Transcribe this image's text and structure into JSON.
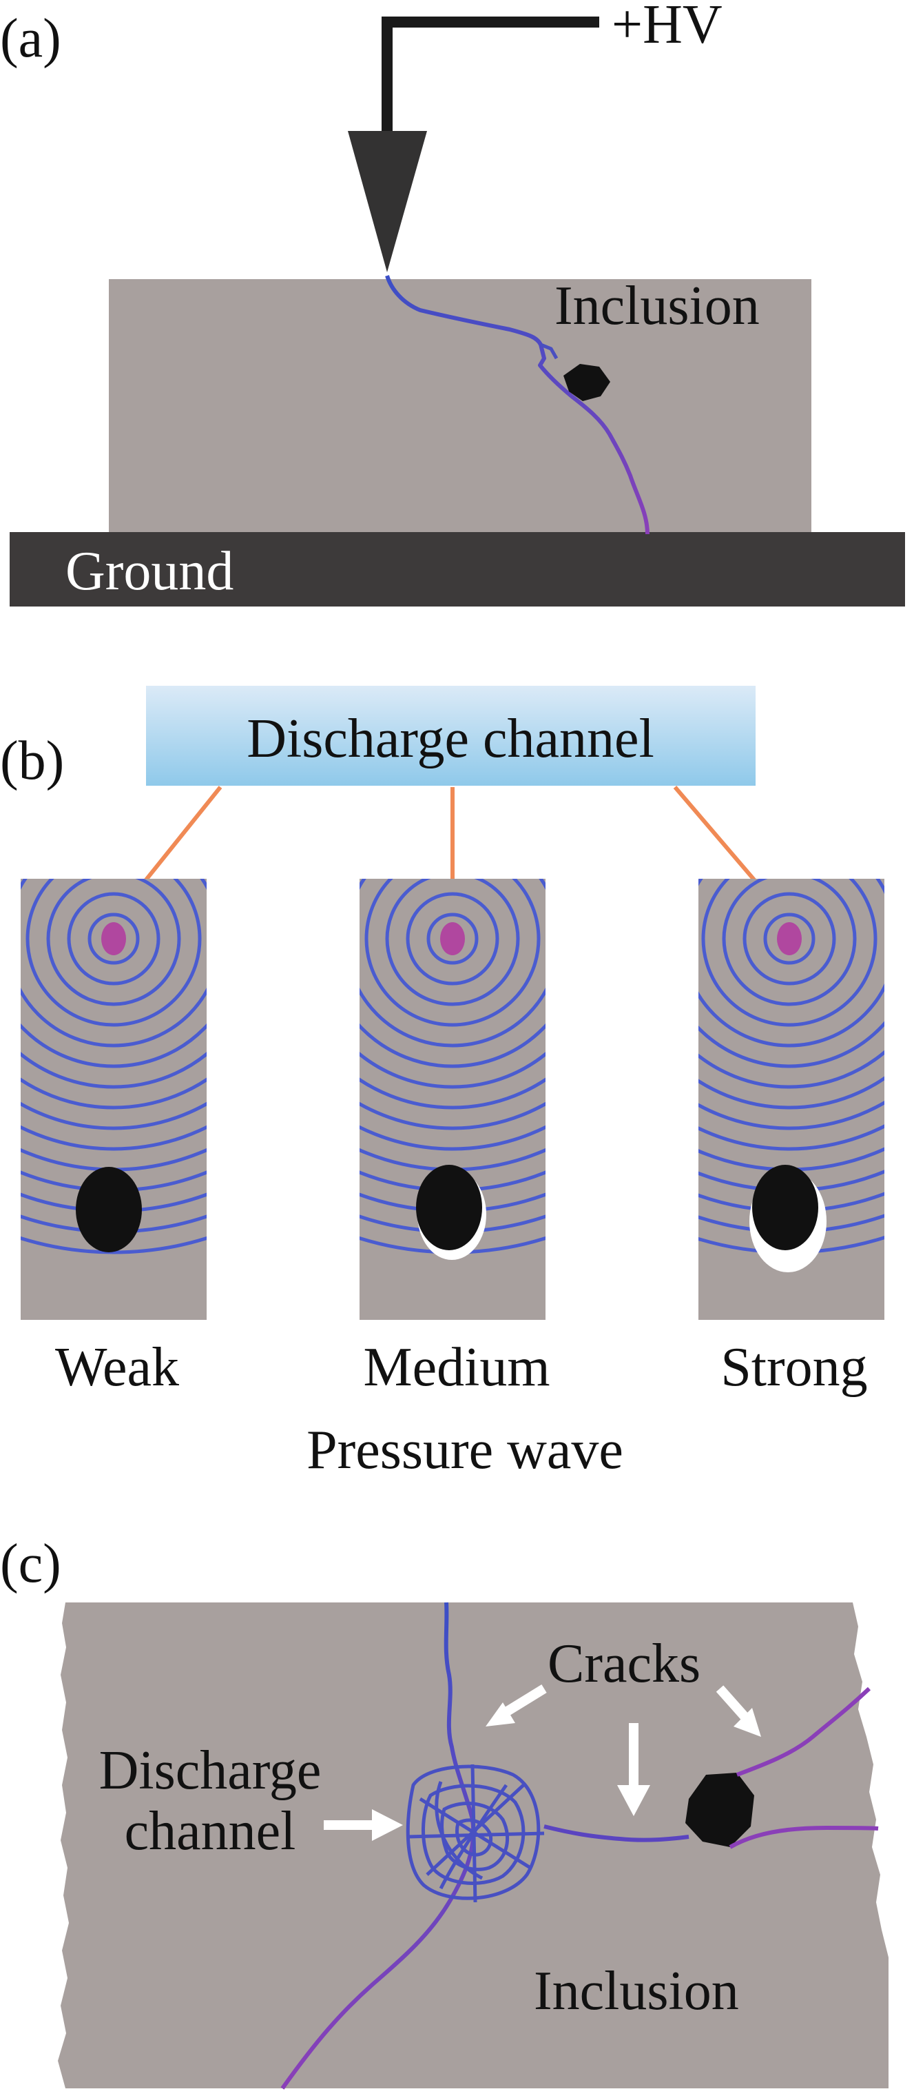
{
  "colors": {
    "slab": "#a8a09e",
    "ground": "#3d3a3a",
    "channel_blue": "#3b4fc6",
    "channel_purple": "#8a3fb8",
    "spot": "#b0479f",
    "connector": "#f08a55",
    "arrow_white": "#ffffff",
    "inclusion": "#111111",
    "box_top": "#dbeaf7",
    "box_bottom": "#8fc9ea"
  },
  "panel_a": {
    "panel_label": "(a)",
    "voltage_label": "+HV",
    "inclusion_label": "Inclusion",
    "ground_label": "Ground"
  },
  "panel_b": {
    "panel_label": "(b)",
    "box_label": "Discharge channel",
    "bar_labels": [
      "Weak",
      "Medium",
      "Strong"
    ],
    "caption": "Pressure wave"
  },
  "panel_c": {
    "panel_label": "(c)",
    "cracks_label": "Cracks",
    "discharge_label_line1": "Discharge",
    "discharge_label_line2": "channel",
    "inclusion_label": "Inclusion"
  }
}
